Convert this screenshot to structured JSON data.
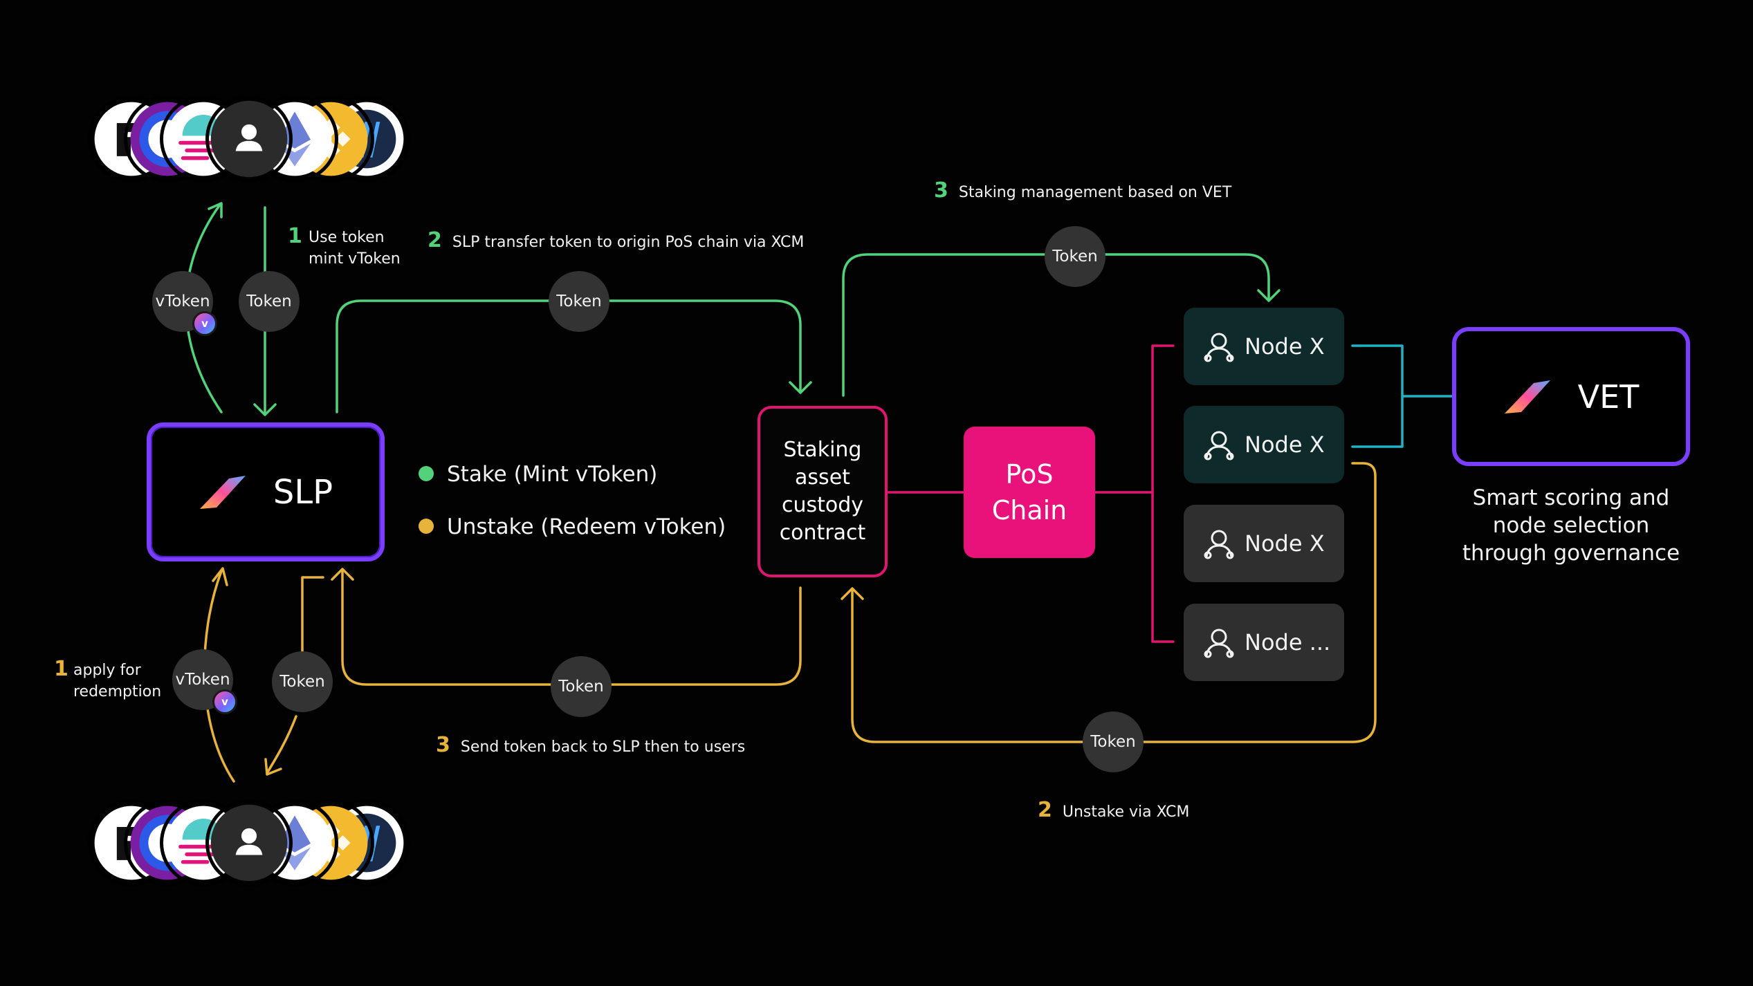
{
  "colors": {
    "green": "#52d27a",
    "gold": "#e8b33a",
    "teal": "#1fb3c4",
    "magenta": "#e0156f",
    "purple": "#7b3dff",
    "bubble": "#333333"
  },
  "slp": {
    "label": "SLP"
  },
  "vet": {
    "label": "VET",
    "caption": [
      "Smart scoring and",
      "node selection",
      "through governance"
    ]
  },
  "custody": {
    "lines": [
      "Staking",
      "asset",
      "custody",
      "contract"
    ]
  },
  "pos": {
    "lines": [
      "PoS",
      "Chain"
    ]
  },
  "nodes": [
    {
      "label": "Node X",
      "style": "teal"
    },
    {
      "label": "Node X",
      "style": "teal"
    },
    {
      "label": "Node X",
      "style": "gray"
    },
    {
      "label": "Node ...",
      "style": "gray"
    }
  ],
  "legend": [
    {
      "label": "Stake (Mint vToken)",
      "color": "green"
    },
    {
      "label": "Unstake (Redeem vToken)",
      "color": "gold"
    }
  ],
  "steps": {
    "use_token": {
      "num": "1",
      "lines": [
        "Use token",
        "mint vToken"
      ]
    },
    "slp_transfer": {
      "num": "2",
      "text": "SLP transfer token to origin PoS chain via XCM"
    },
    "staking_mgmt": {
      "num": "3",
      "text": "Staking management based on VET"
    },
    "apply_redemption": {
      "num": "1",
      "lines": [
        "apply for",
        "redemption"
      ]
    },
    "unstake_xcm": {
      "num": "2",
      "text": "Unstake via XCM"
    },
    "send_back": {
      "num": "3",
      "text": "Send token back to SLP then to users"
    }
  },
  "bubbles": {
    "vtoken_top": "vToken",
    "token_top": "Token",
    "token_transfer": "Token",
    "token_mgmt": "Token",
    "vtoken_bottom": "vToken",
    "token_bottom": "Token",
    "token_return": "Token",
    "token_unstake": "Token"
  },
  "vbadge": "v",
  "avatars": [
    "polkadot-logo",
    "kusama-logo",
    "moonbeam-logo",
    "user-icon",
    "ethereum-logo",
    "bnb-logo",
    "filecoin-logo"
  ]
}
